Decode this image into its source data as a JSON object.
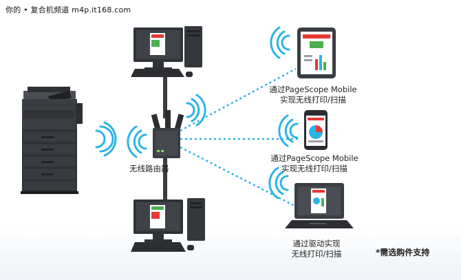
{
  "watermark": "你的 • 复合机频道 m4p.it168.com",
  "router": {
    "label": "无线路由器"
  },
  "links": [
    {
      "line1": "通过PageScope Mobile",
      "line2": "实现无线打印/扫描"
    },
    {
      "line1": "通过PageScope Mobile",
      "line2": "实现无线打印/扫描"
    },
    {
      "line1": "通过驱动实现",
      "line2": "无线打印/扫描"
    }
  ],
  "footnote": "*需选购件支持",
  "colors": {
    "accent": "#2bb3e6",
    "device_dark": "#3a3d42",
    "screen_green": "#4caf50",
    "screen_red": "#e53935"
  }
}
